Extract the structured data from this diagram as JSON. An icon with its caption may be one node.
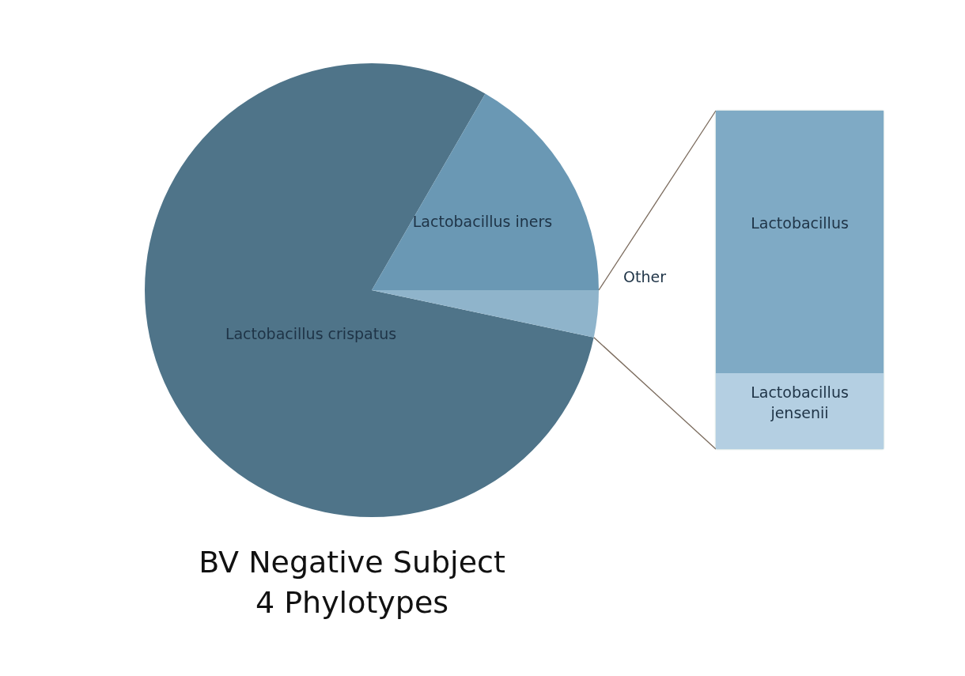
{
  "diagram": {
    "caption": "BV Negative Subject 4 Phylotypes",
    "nodes": [
      {
        "text": [
          "Lactobacillus crispatus"
        ]
      },
      {
        "text": [
          "Lactobacillus iners"
        ]
      },
      {
        "text": [
          "Other"
        ]
      },
      {
        "text": [],
        "shape": "bar"
      },
      {
        "text": [
          "Lactobacillus"
        ],
        "in": 3
      },
      {
        "text": [
          "Lactobacillus jensenii"
        ],
        "in": 3
      }
    ],
    "edges": [
      {
        "from": 2,
        "to": 3,
        "arrow": "none"
      },
      {
        "from": 2,
        "to": 3,
        "arrow": "none"
      }
    ]
  }
}
